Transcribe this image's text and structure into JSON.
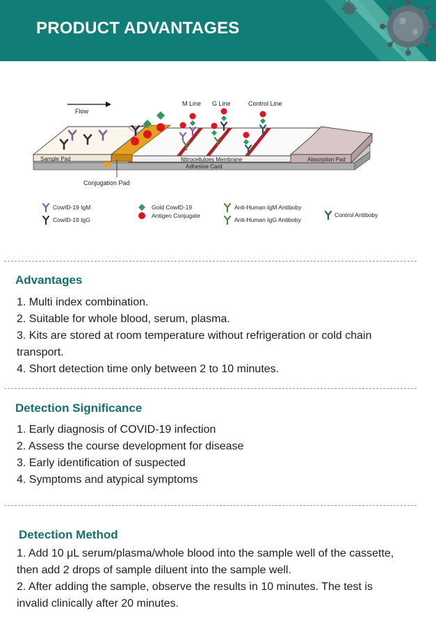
{
  "header": {
    "title": "PRODUCT ADVANTAGES"
  },
  "diagram": {
    "labels": {
      "flow": "Flow",
      "m_line": "M Line",
      "g_line": "G Line",
      "control_line": "Control Line",
      "sample_pad": "Sample Pad",
      "nitrocellulose": "Nitrocelluloes Membrane",
      "adhesive_card": "Adhesive Card",
      "absorption_pad": "Absorption Pad",
      "conjugation_pad": "Conjugation Pad"
    },
    "legend": {
      "igm": "CowID-19 IgM",
      "igg": "CowID-19 IgG",
      "gold_line1": "Gold CowID-19",
      "gold_line2": "Antigen Conjugate",
      "anti_igm": "Anti-Human IgM Antiboby",
      "anti_igg": "Anti-Human IgG Antiboby",
      "control": "Control Antiboby"
    },
    "colors": {
      "igm": "#8c5a9c",
      "igg": "#3a2a3a",
      "gold_diamond": "#2e9a5c",
      "red_dot": "#e0141e",
      "anti_antibody": "#5a7a3a",
      "control_antibody": "#1e5a5a",
      "conjugation_pad": "#e8a020",
      "test_line": "#b0202a"
    }
  },
  "advantages": {
    "title": "Advantages",
    "items": [
      "1. Multi index combination.",
      "2. Suitable for whole blood, serum, plasma.",
      "3. Kits are stored at room temperature without refrigeration or cold chain",
      "transport.",
      "4. Short detection time only between 2 to 10 minutes."
    ]
  },
  "significance": {
    "title": "Detection Significance",
    "items": [
      "1. Early diagnosis of COVID-19 infection",
      "2. Assess the course development for disease",
      "3. Early identification of suspected",
      "4. Symptoms and atypical symptoms"
    ]
  },
  "method": {
    "title": "Detection Method",
    "items": [
      "1. Add 10 μL serum/plasma/whole blood into the sample well of the cassette,",
      "then add 2 drops of sample diluent into the sample well.",
      "2. After adding the sample, observe the results in 10 minutes. The test is",
      "invalid clinically after 20 minutes."
    ]
  }
}
